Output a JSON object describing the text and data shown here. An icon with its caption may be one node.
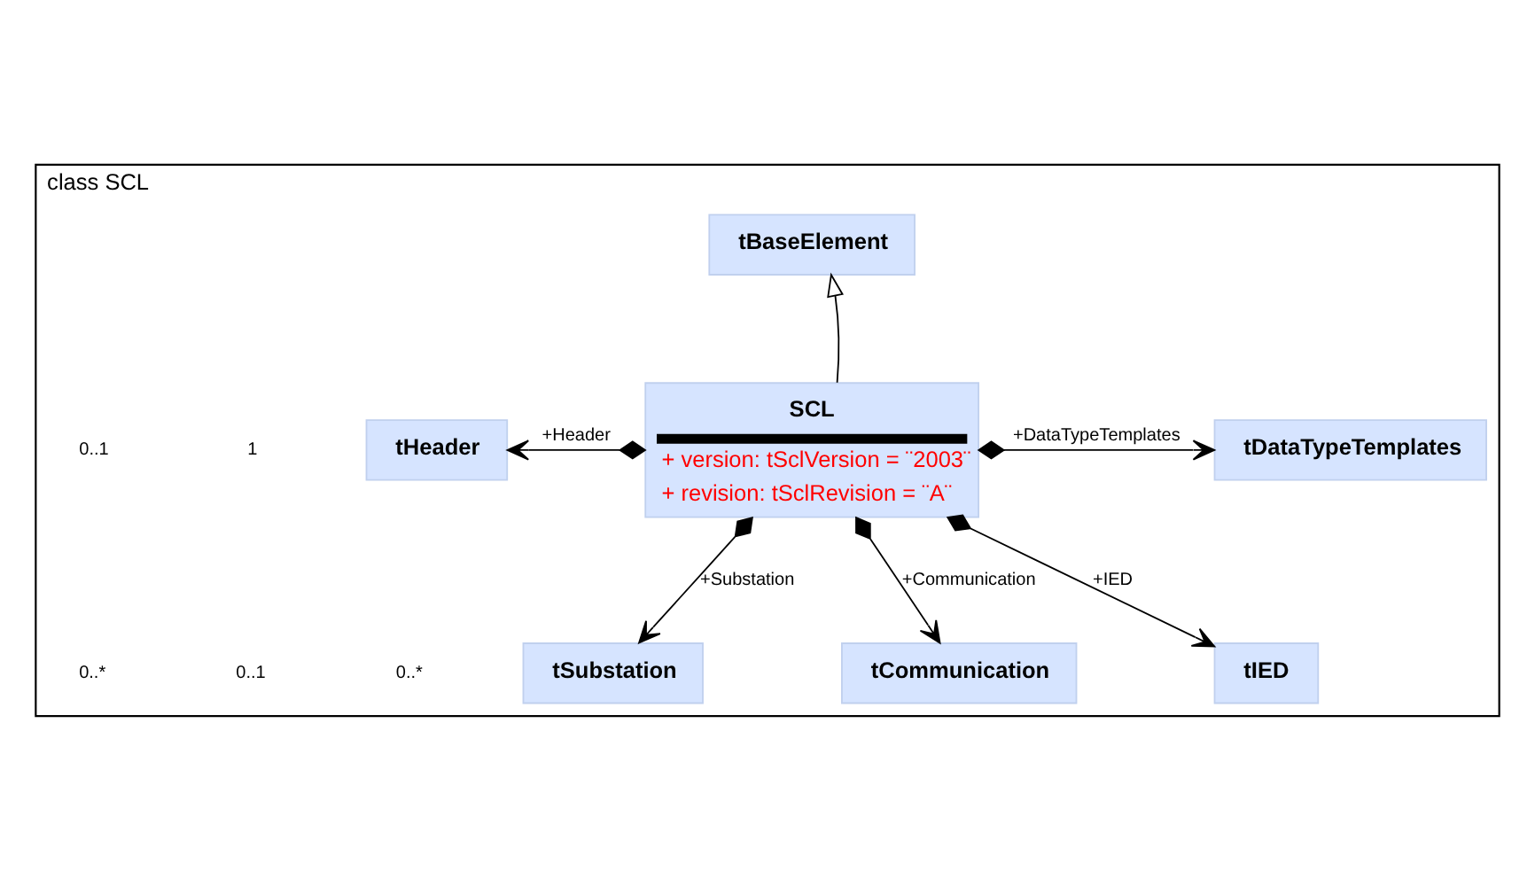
{
  "diagram": {
    "nodes": [
      {
        "text": [
          "class SCL"
        ]
      },
      {
        "text": [
          "tBaseElement"
        ],
        "in": 0
      },
      {
        "text": [
          "SCL",
          "+ version: tSclVersion = ¨2003¨",
          "+ revision: tSclRevision = ¨A¨"
        ],
        "in": 0
      },
      {
        "text": [
          "tHeader"
        ],
        "in": 0
      },
      {
        "text": [
          "tDataTypeTemplates"
        ],
        "in": 0
      },
      {
        "text": [
          "tSubstation"
        ],
        "in": 0
      },
      {
        "text": [
          "tCommunication"
        ],
        "in": 0
      },
      {
        "text": [
          "tIED"
        ],
        "in": 0
      }
    ],
    "edges": [
      {
        "from": 2,
        "to": 1,
        "arrow": "to"
      },
      {
        "from": 2,
        "to": 3,
        "arrow": "to",
        "label": "+Header"
      },
      {
        "from": 2,
        "to": 4,
        "arrow": "to",
        "label": "+DataTypeTemplates"
      },
      {
        "from": 2,
        "to": 5,
        "arrow": "to",
        "label": "+Substation"
      },
      {
        "from": 2,
        "to": 6,
        "arrow": "to",
        "label": "+Communication"
      },
      {
        "from": 2,
        "to": 7,
        "arrow": "to",
        "label": "+IED"
      }
    ],
    "labels": [
      "1",
      "0..1",
      "0..*",
      "0..1",
      "0..*"
    ]
  }
}
